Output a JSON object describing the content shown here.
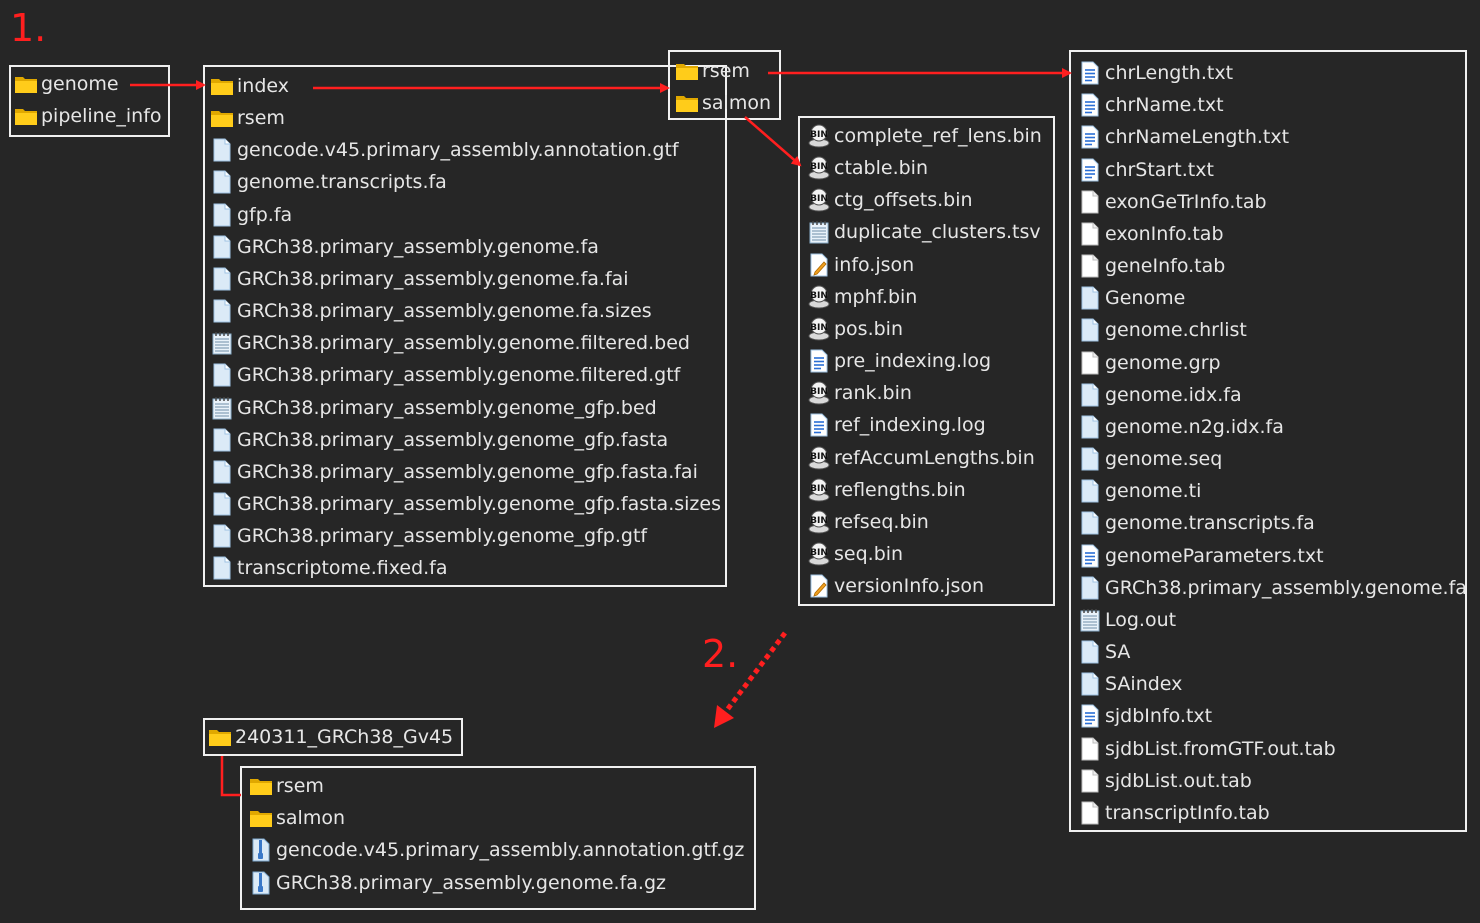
{
  "steps": {
    "step1": "1.",
    "step2": "2."
  },
  "colors": {
    "background": "#262626",
    "arrow": "#ff1f1f",
    "folder": "#f5c400",
    "border": "#f0f0f0"
  },
  "panels": {
    "root": [
      {
        "name": "genome",
        "icon": "folder"
      },
      {
        "name": "pipeline_info",
        "icon": "folder"
      }
    ],
    "genome": [
      {
        "name": "index",
        "icon": "folder"
      },
      {
        "name": "rsem",
        "icon": "folder"
      },
      {
        "name": "gencode.v45.primary_assembly.annotation.gtf",
        "icon": "file"
      },
      {
        "name": "genome.transcripts.fa",
        "icon": "file"
      },
      {
        "name": "gfp.fa",
        "icon": "file"
      },
      {
        "name": "GRCh38.primary_assembly.genome.fa",
        "icon": "file"
      },
      {
        "name": "GRCh38.primary_assembly.genome.fa.fai",
        "icon": "file"
      },
      {
        "name": "GRCh38.primary_assembly.genome.fa.sizes",
        "icon": "file"
      },
      {
        "name": "GRCh38.primary_assembly.genome.filtered.bed",
        "icon": "notepad"
      },
      {
        "name": "GRCh38.primary_assembly.genome.filtered.gtf",
        "icon": "file"
      },
      {
        "name": "GRCh38.primary_assembly.genome_gfp.bed",
        "icon": "notepad"
      },
      {
        "name": "GRCh38.primary_assembly.genome_gfp.fasta",
        "icon": "file"
      },
      {
        "name": "GRCh38.primary_assembly.genome_gfp.fasta.fai",
        "icon": "file"
      },
      {
        "name": "GRCh38.primary_assembly.genome_gfp.fasta.sizes",
        "icon": "file"
      },
      {
        "name": "GRCh38.primary_assembly.genome_gfp.gtf",
        "icon": "file"
      },
      {
        "name": "transcriptome.fixed.fa",
        "icon": "file"
      }
    ],
    "index": [
      {
        "name": "rsem",
        "icon": "folder"
      },
      {
        "name": "salmon",
        "icon": "folder"
      }
    ],
    "salmon": [
      {
        "name": "complete_ref_lens.bin",
        "icon": "bin"
      },
      {
        "name": "ctable.bin",
        "icon": "bin"
      },
      {
        "name": "ctg_offsets.bin",
        "icon": "bin"
      },
      {
        "name": "duplicate_clusters.tsv",
        "icon": "notepad"
      },
      {
        "name": "info.json",
        "icon": "json"
      },
      {
        "name": "mphf.bin",
        "icon": "bin"
      },
      {
        "name": "pos.bin",
        "icon": "bin"
      },
      {
        "name": "pre_indexing.log",
        "icon": "text"
      },
      {
        "name": "rank.bin",
        "icon": "bin"
      },
      {
        "name": "ref_indexing.log",
        "icon": "text"
      },
      {
        "name": "refAccumLengths.bin",
        "icon": "bin"
      },
      {
        "name": "reflengths.bin",
        "icon": "bin"
      },
      {
        "name": "refseq.bin",
        "icon": "bin"
      },
      {
        "name": "seq.bin",
        "icon": "bin"
      },
      {
        "name": "versionInfo.json",
        "icon": "json"
      }
    ],
    "rsem": [
      {
        "name": "chrLength.txt",
        "icon": "text"
      },
      {
        "name": "chrName.txt",
        "icon": "text"
      },
      {
        "name": "chrNameLength.txt",
        "icon": "text"
      },
      {
        "name": "chrStart.txt",
        "icon": "text"
      },
      {
        "name": "exonGeTrInfo.tab",
        "icon": "blank"
      },
      {
        "name": "exonInfo.tab",
        "icon": "blank"
      },
      {
        "name": "geneInfo.tab",
        "icon": "blank"
      },
      {
        "name": "Genome",
        "icon": "file"
      },
      {
        "name": "genome.chrlist",
        "icon": "file"
      },
      {
        "name": "genome.grp",
        "icon": "blank"
      },
      {
        "name": "genome.idx.fa",
        "icon": "file"
      },
      {
        "name": "genome.n2g.idx.fa",
        "icon": "file"
      },
      {
        "name": "genome.seq",
        "icon": "file"
      },
      {
        "name": "genome.ti",
        "icon": "file"
      },
      {
        "name": "genome.transcripts.fa",
        "icon": "file"
      },
      {
        "name": "genomeParameters.txt",
        "icon": "text"
      },
      {
        "name": "GRCh38.primary_assembly.genome.fa",
        "icon": "file"
      },
      {
        "name": "Log.out",
        "icon": "notepad"
      },
      {
        "name": "SA",
        "icon": "file"
      },
      {
        "name": "SAindex",
        "icon": "file"
      },
      {
        "name": "sjdbInfo.txt",
        "icon": "text"
      },
      {
        "name": "sjdbList.fromGTF.out.tab",
        "icon": "blank"
      },
      {
        "name": "sjdbList.out.tab",
        "icon": "blank"
      },
      {
        "name": "transcriptInfo.tab",
        "icon": "blank"
      }
    ],
    "new_root": [
      {
        "name": "240311_GRCh38_Gv45",
        "icon": "folder"
      }
    ],
    "new_contents": [
      {
        "name": "rsem",
        "icon": "folder"
      },
      {
        "name": "salmon",
        "icon": "folder"
      },
      {
        "name": "gencode.v45.primary_assembly.annotation.gtf.gz",
        "icon": "zip"
      },
      {
        "name": "GRCh38.primary_assembly.genome.fa.gz",
        "icon": "zip"
      }
    ]
  }
}
